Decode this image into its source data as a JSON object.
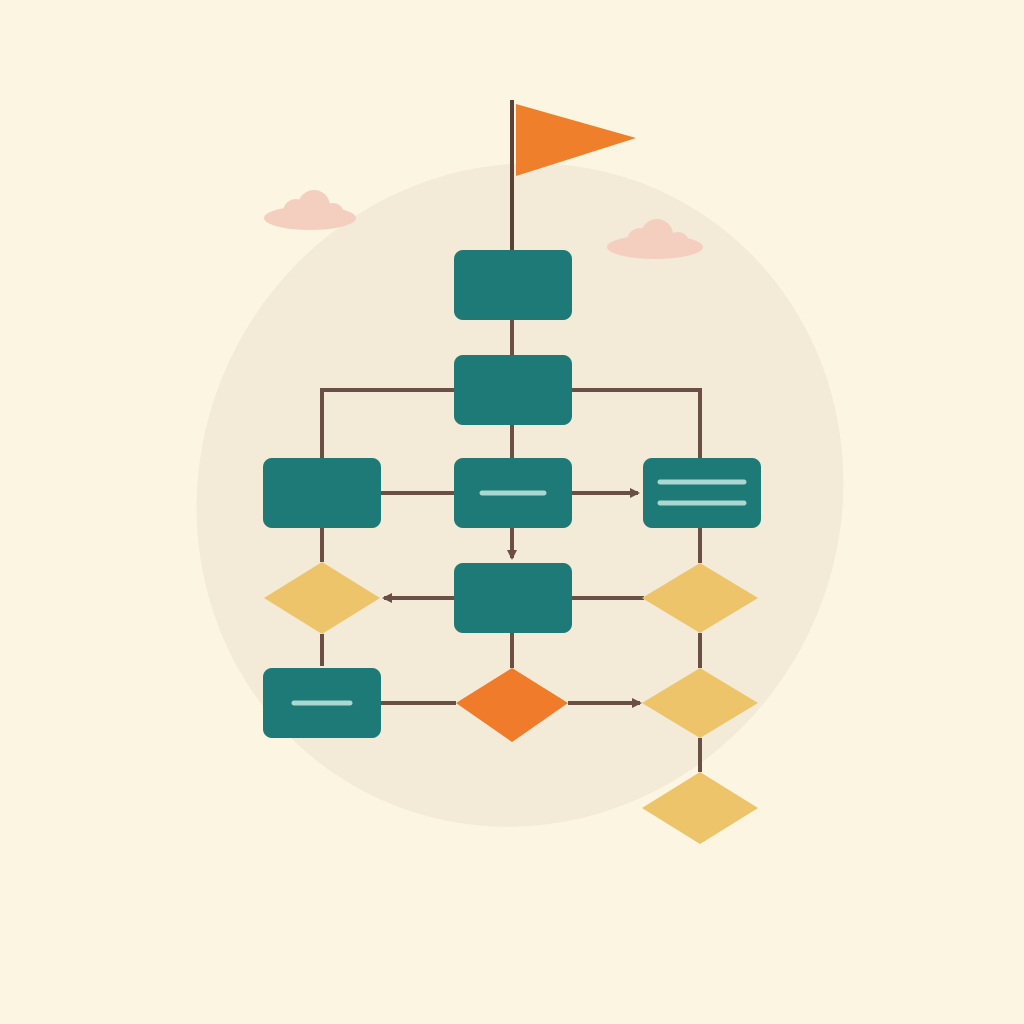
{
  "colors": {
    "background": "#fbf5e2",
    "backdrop_blob": "#f3ead8",
    "cloud": "#f4cfbf",
    "flag": "#ef7f2a",
    "pole": "#5b4238",
    "process_box": "#1e7a76",
    "box_text_line": "#a9d8d2",
    "decision": "#edc46a",
    "decision_highlight": "#ef7b2b",
    "connector": "#6a4f45"
  },
  "icons": {
    "flag": "goal-flag-icon",
    "clouds": "cloud-icon"
  },
  "nodes": [
    {
      "id": "top",
      "shape": "process"
    },
    {
      "id": "hub",
      "shape": "process"
    },
    {
      "id": "left",
      "shape": "process"
    },
    {
      "id": "center",
      "shape": "process",
      "text_lines": 1
    },
    {
      "id": "right",
      "shape": "process",
      "text_lines": 2
    },
    {
      "id": "middle-lower",
      "shape": "process"
    },
    {
      "id": "bottom-left",
      "shape": "process",
      "text_lines": 1
    },
    {
      "id": "decision-left",
      "shape": "decision"
    },
    {
      "id": "decision-right-1",
      "shape": "decision"
    },
    {
      "id": "decision-highlight",
      "shape": "decision",
      "highlight": true
    },
    {
      "id": "decision-right-2",
      "shape": "decision"
    },
    {
      "id": "decision-right-3",
      "shape": "decision"
    }
  ],
  "edges": [
    {
      "from": "flag",
      "to": "top"
    },
    {
      "from": "top",
      "to": "hub"
    },
    {
      "from": "hub",
      "to": "center"
    },
    {
      "from": "hub",
      "to": "left"
    },
    {
      "from": "hub",
      "to": "right"
    },
    {
      "from": "left",
      "to": "center"
    },
    {
      "from": "center",
      "to": "right",
      "arrow": true
    },
    {
      "from": "center",
      "to": "middle-lower",
      "arrow": true
    },
    {
      "from": "left",
      "to": "decision-left"
    },
    {
      "from": "middle-lower",
      "to": "decision-left",
      "arrow": true
    },
    {
      "from": "middle-lower",
      "to": "decision-right-1"
    },
    {
      "from": "middle-lower",
      "to": "decision-highlight"
    },
    {
      "from": "right",
      "to": "decision-right-1"
    },
    {
      "from": "decision-left",
      "to": "bottom-left"
    },
    {
      "from": "bottom-left",
      "to": "decision-highlight"
    },
    {
      "from": "decision-highlight",
      "to": "decision-right-2",
      "arrow": true
    },
    {
      "from": "decision-right-1",
      "to": "decision-right-2"
    },
    {
      "from": "decision-right-2",
      "to": "decision-right-3"
    }
  ]
}
